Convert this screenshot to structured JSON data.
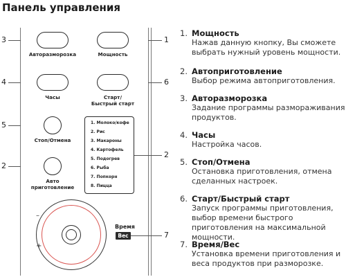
{
  "title": "Панель управления",
  "callout_numbers": {
    "left_3": "3",
    "left_4": "4",
    "left_5": "5",
    "left_2": "2",
    "right_1": "1",
    "right_6": "6",
    "right_2": "2",
    "right_7": "7"
  },
  "buttons": {
    "auto_defrost": "Авторазморозка",
    "power": "Мощность",
    "clock": "Часы",
    "start_quick": "Старт/\nБыстрый старт",
    "stop_cancel": "Стоп/Отмена",
    "auto_cook": "Авто\nприготовление"
  },
  "menu_items": [
    "1. Молоко/кофе",
    "2. Рис",
    "3. Макароны",
    "4. Картофель",
    "5. Подогрев",
    "6. Рыба",
    "7. Попкорн",
    "8. Пицца"
  ],
  "dial": {
    "minus": "–",
    "plus": "+"
  },
  "time_label": "Время",
  "weight_label": "Вес",
  "legend": [
    {
      "num": "1.",
      "head": "Мощность",
      "desc": "Нажав данную кнопку, Вы сможете выбрать нужный уровень мощности."
    },
    {
      "num": "2.",
      "head": "Автоприготовление",
      "desc": "Выбор режима автоприготовления."
    },
    {
      "num": "3.",
      "head": "Авторазморозка",
      "desc": "Задание программы размораживания продуктов."
    },
    {
      "num": "4.",
      "head": "Часы",
      "desc": "Настройка часов."
    },
    {
      "num": "5.",
      "head": "Стоп/Отмена",
      "desc": "Остановка приготовления, отмена сделанных настроек."
    },
    {
      "num": "6.",
      "head": "Старт/Быстрый старт",
      "desc": "Запуск программы приготовления, выбор времени быстрого приготовления на максимальной мощности."
    },
    {
      "num": "7.",
      "head": "Время/Вес",
      "desc": "Установка времени приготовления и веса продуктов при разморозке."
    }
  ]
}
